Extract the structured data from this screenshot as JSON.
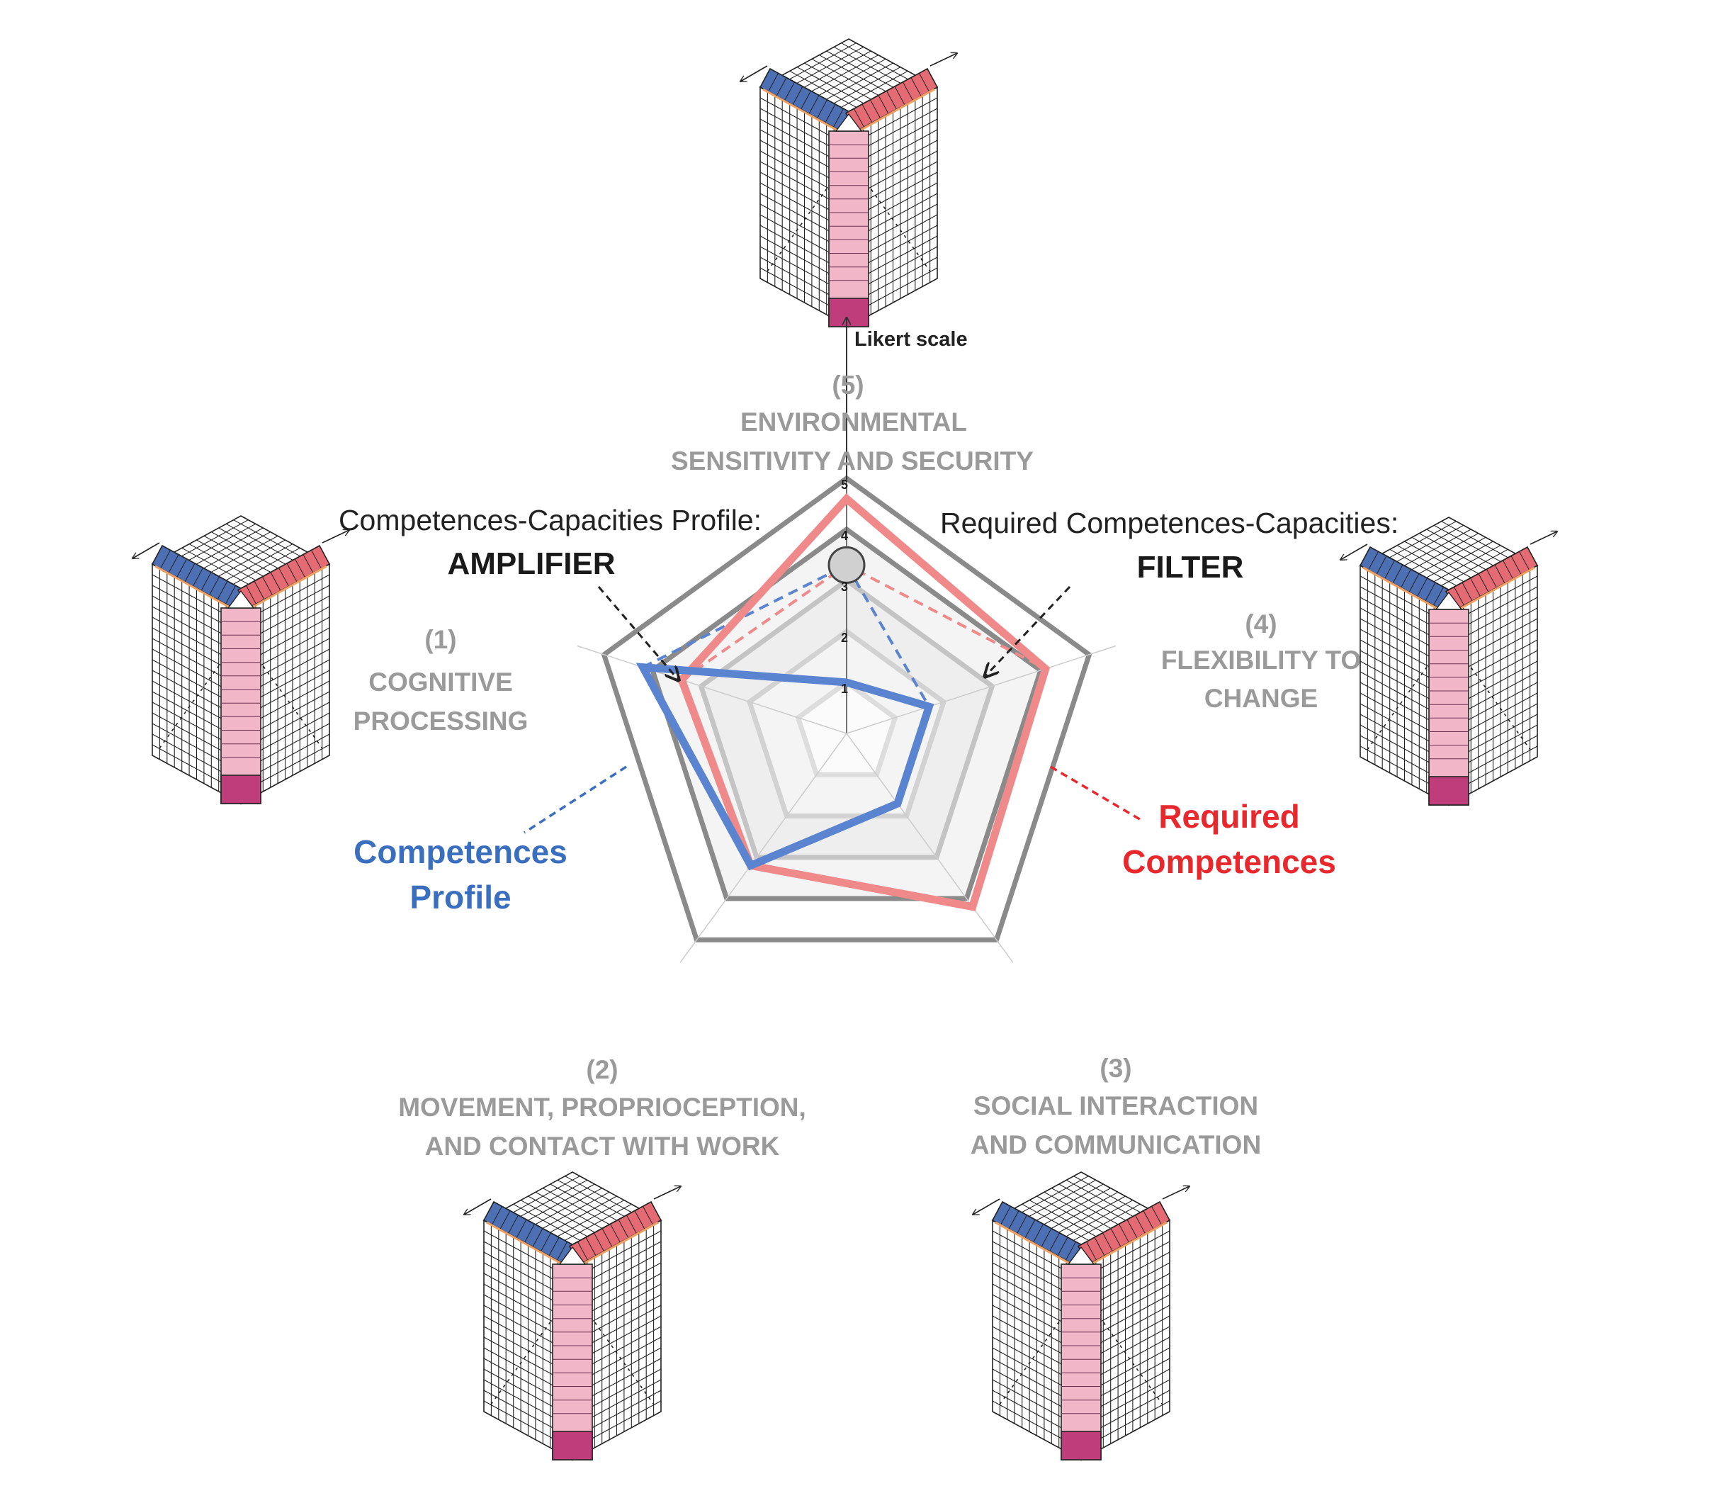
{
  "chart_data": {
    "type": "radar",
    "scale_max": 5,
    "ticks": [
      "1",
      "2",
      "3",
      "4",
      "5"
    ],
    "axes": [
      {
        "number": "(5)",
        "lines": [
          "ENVIRONMENTAL",
          "SENSITIVITY AND SECURITY"
        ]
      },
      {
        "number": "(4)",
        "lines": [
          "FLEXIBILITY TO",
          "CHANGE"
        ]
      },
      {
        "number": "(3)",
        "lines": [
          "SOCIAL INTERACTION",
          "AND COMMUNICATION"
        ]
      },
      {
        "number": "(2)",
        "lines": [
          "MOVEMENT, PROPRIOCEPTION,",
          "AND CONTACT WITH WORK"
        ]
      },
      {
        "number": "(1)",
        "lines": [
          "COGNITIVE",
          "PROCESSING"
        ]
      }
    ],
    "series": [
      {
        "name": "Required Competences",
        "color": "#f08a8a",
        "values": [
          4.6,
          4.1,
          4.2,
          3.2,
          3.4
        ]
      },
      {
        "name": "Competences Profile",
        "color": "#5b84d0",
        "values": [
          1.0,
          1.7,
          1.7,
          3.2,
          4.2
        ]
      }
    ],
    "reference_value": 3.3,
    "axis_unit": "Likert scale"
  },
  "annotations": {
    "amplifier_caption": "Competences-Capacities Profile:",
    "amplifier_label": "AMPLIFIER",
    "filter_caption": "Required Competences-Capacities:",
    "filter_label": "FILTER",
    "required_label": [
      "Required",
      "Competences"
    ],
    "profile_label": [
      "Competences",
      "Profile"
    ]
  },
  "colors": {
    "grid": "#8a8a8a",
    "required": "#f08a8a",
    "required_text": "#e8282c",
    "profile": "#5b84d0",
    "profile_text": "#3a6fc0",
    "cube_blue": "#4d6fb4",
    "cube_red": "#e46b73",
    "cube_pink": "#f1b6c7",
    "cube_magenta": "#c03d7c"
  }
}
